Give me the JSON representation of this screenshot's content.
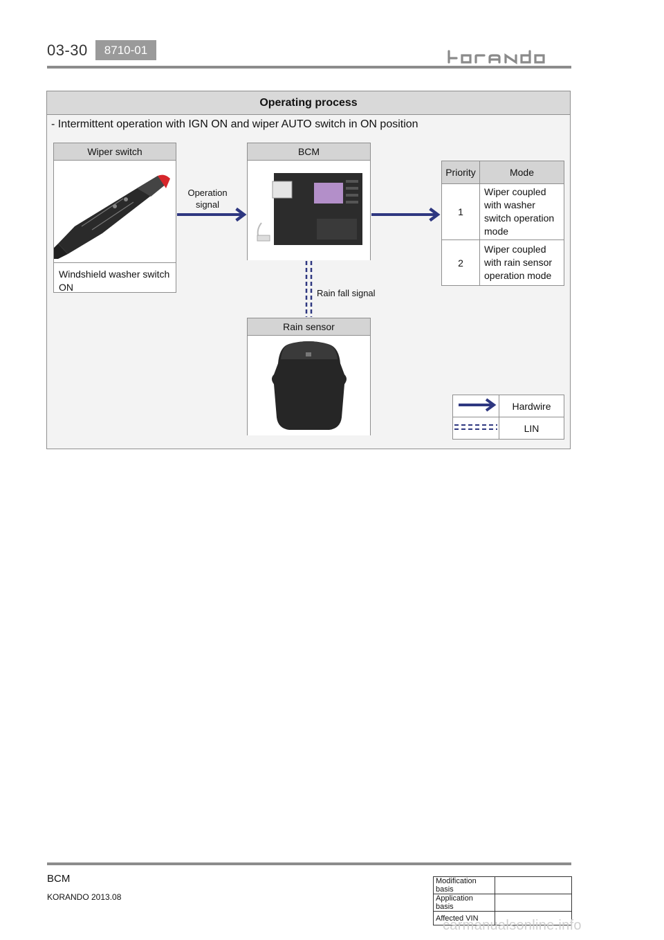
{
  "header": {
    "page_number": "03-30",
    "section_code": "8710-01",
    "brand": "korando"
  },
  "panel": {
    "title": "Operating process",
    "subtitle": "- Intermittent operation with IGN ON and wiper AUTO switch in ON position"
  },
  "wiper_switch": {
    "title": "Wiper switch",
    "caption": "Windshield washer switch ON"
  },
  "bcm": {
    "title": "BCM"
  },
  "rain_sensor": {
    "title": "Rain sensor"
  },
  "labels": {
    "operation_signal_line1": "Operation",
    "operation_signal_line2": "signal",
    "rain_fall_signal": "Rain fall signal"
  },
  "priority_table": {
    "headers": [
      "Priority",
      "Mode"
    ],
    "rows": [
      {
        "priority": "1",
        "mode": "Wiper coupled with washer switch operation mode"
      },
      {
        "priority": "2",
        "mode": "Wiper coupled with rain sensor operation mode"
      }
    ]
  },
  "legend": {
    "hardwire": "Hardwire",
    "lin": "LIN"
  },
  "colors": {
    "arrow": "#2e3780",
    "head_fill": "#d4d4d4"
  },
  "footer": {
    "title": "BCM",
    "model": "KORANDO 2013.08",
    "info_rows": [
      "Modification basis",
      "Application basis",
      "Affected VIN"
    ],
    "watermark": "carmanualsonline.info"
  }
}
